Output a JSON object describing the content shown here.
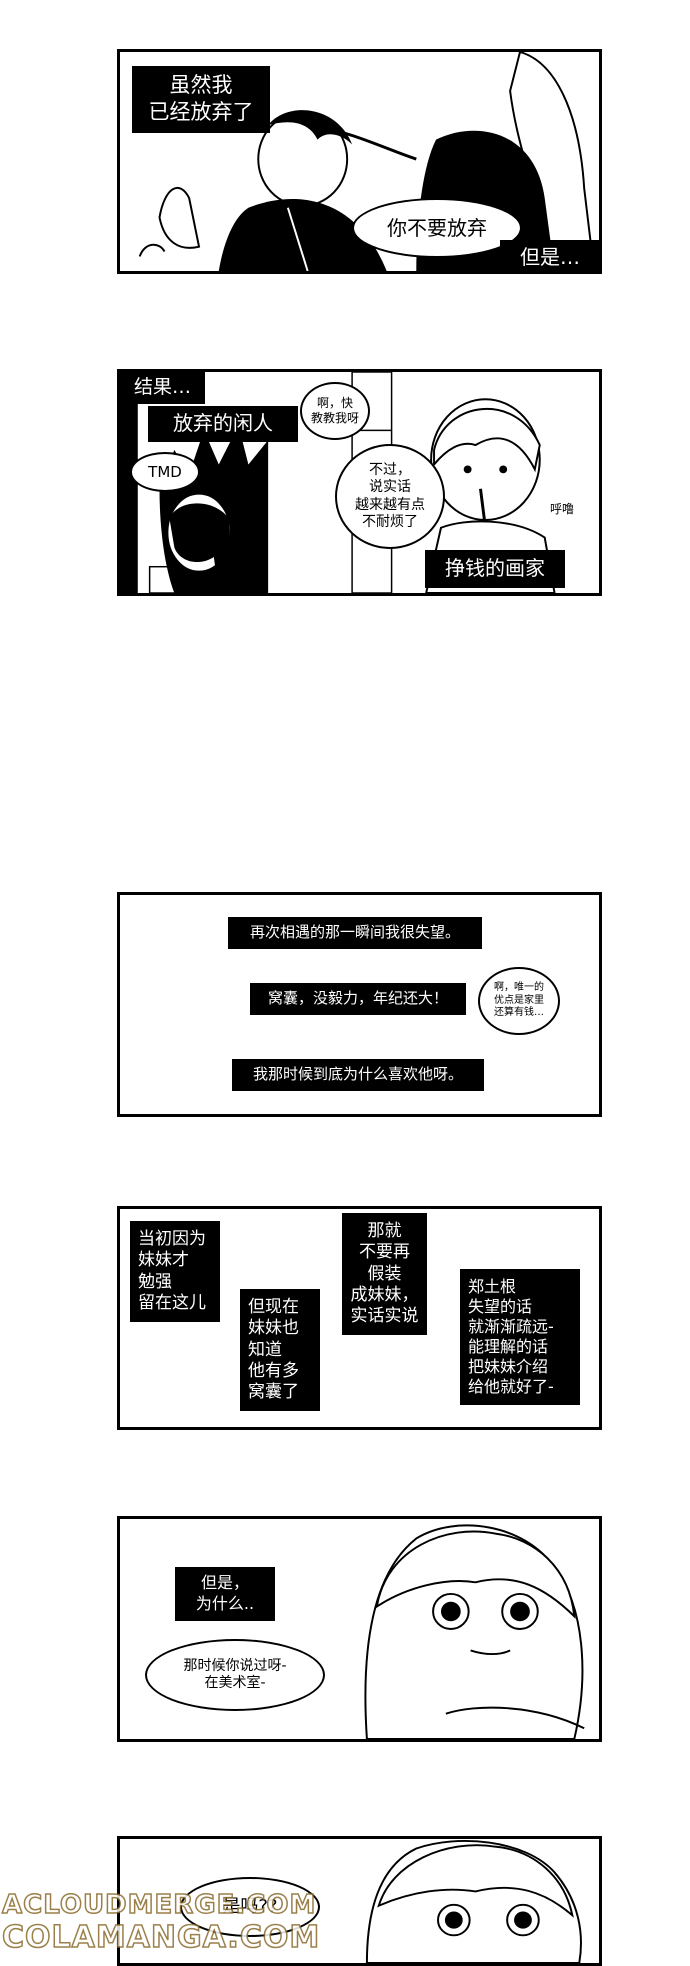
{
  "panel1": {
    "caption": "虽然我\n已经放弃了",
    "bubble": "你不要放弃",
    "caption2": "但是…"
  },
  "panel2": {
    "caption_result": "结果…",
    "caption_idle": "放弃的闲人",
    "bubble_tmd": "TMD",
    "bubble_teach": "啊，快\n教教我呀",
    "bubble_honest": "不过，\n说实话\n越来越有点\n不耐烦了",
    "sfx": "呼噜",
    "caption_painter": "挣钱的画家"
  },
  "panel3": {
    "line1": "再次相遇的那一瞬间我很失望。",
    "line2": "窝囊，没毅力，年纪还大！",
    "line3": "我那时候到底为什么喜欢他呀。",
    "bubble": "啊，唯一的\n优点是家里\n还算有钱…"
  },
  "panel4": {
    "col1": "当初因为\n妹妹才\n勉强\n留在这儿",
    "col2": "但现在\n妹妹也\n知道\n他有多\n窝囊了",
    "col3": "那就\n不要再\n假装\n成妹妹，\n实话实说",
    "col4": "郑土根\n失望的话\n就渐渐疏远-\n能理解的话\n把妹妹介绍\n给他就好了-"
  },
  "panel5": {
    "caption": "但是，\n为什么..",
    "bubble": "那时候你说过呀-\n在美术室-"
  },
  "panel6": {
    "bubble": "是吗??"
  },
  "watermark": {
    "line1": "ACLOUDMERGE.COM",
    "line2": "COLAMANGA.COM"
  }
}
